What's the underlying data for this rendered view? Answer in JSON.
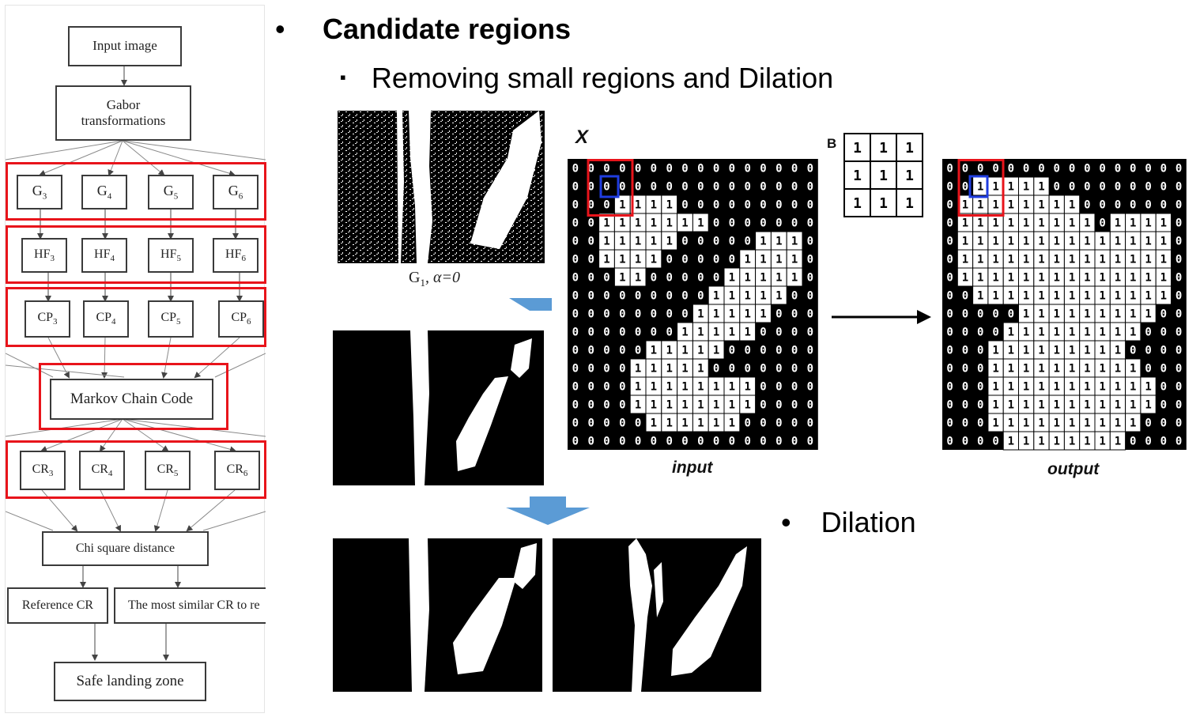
{
  "flowchart": {
    "input": "Input image",
    "gabor_1": "Gabor",
    "gabor_2": "transformations",
    "g_items": [
      {
        "base": "G",
        "sub": "3"
      },
      {
        "base": "G",
        "sub": "4"
      },
      {
        "base": "G",
        "sub": "5"
      },
      {
        "base": "G",
        "sub": "6"
      }
    ],
    "hf_items": [
      {
        "base": "HF",
        "sub": "3"
      },
      {
        "base": "HF",
        "sub": "4"
      },
      {
        "base": "HF",
        "sub": "5"
      },
      {
        "base": "HF",
        "sub": "6"
      }
    ],
    "cp_items": [
      {
        "base": "CP",
        "sub": "3"
      },
      {
        "base": "CP",
        "sub": "4"
      },
      {
        "base": "CP",
        "sub": "5"
      },
      {
        "base": "CP",
        "sub": "6"
      }
    ],
    "markov": "Markov Chain Code",
    "cr_items": [
      {
        "base": "CR",
        "sub": "3"
      },
      {
        "base": "CR",
        "sub": "4"
      },
      {
        "base": "CR",
        "sub": "5"
      },
      {
        "base": "CR",
        "sub": "6"
      }
    ],
    "chi": "Chi square distance",
    "ref_cr": "Reference CR",
    "similar_cr": "The most similar CR to re",
    "safe": "Safe landing zone"
  },
  "slide": {
    "bullet1": "Candidate regions",
    "bullet2": "Removing small regions and Dilation",
    "bullet3": "Dilation",
    "bullet_dot": "•",
    "square_bullet": "▪"
  },
  "images": {
    "g1_caption_base": "G",
    "g1_caption_sub": "1",
    "g1_caption_rest": ", α=0"
  },
  "dilation": {
    "x_label": "X",
    "b_label": "B",
    "kernel": [
      [
        1,
        1,
        1
      ],
      [
        1,
        1,
        1
      ],
      [
        1,
        1,
        1
      ]
    ],
    "input_caption": "input",
    "output_caption": "output",
    "input_grid": [
      "0000000000000000",
      "0000000000000000",
      "0001111000000000",
      "0011111110000000",
      "0011111000001110",
      "0011110000011110",
      "0001100000111110",
      "0000000001111100",
      "0000000011111000",
      "0000000111110000",
      "0000011111000000",
      "0000111110000000",
      "0000111111110000",
      "0000111111110000",
      "0000011111100000",
      "0000000000000000"
    ],
    "output_grid": [
      "0000000000000000",
      "0011111000000000",
      "0111111110000000",
      "0111111111011110",
      "0111111111111110",
      "0111111111111110",
      "0111111111111110",
      "0011111111111110",
      "0000011111111100",
      "0000111111111000",
      "0001111111110000",
      "0001111111111000",
      "0001111111111100",
      "0001111111111100",
      "0001111111111000",
      "0000111111110000"
    ]
  },
  "colors": {
    "red": "#e8141b",
    "blue": "#1f3de0",
    "arrow_blue": "#5b9bd5"
  }
}
